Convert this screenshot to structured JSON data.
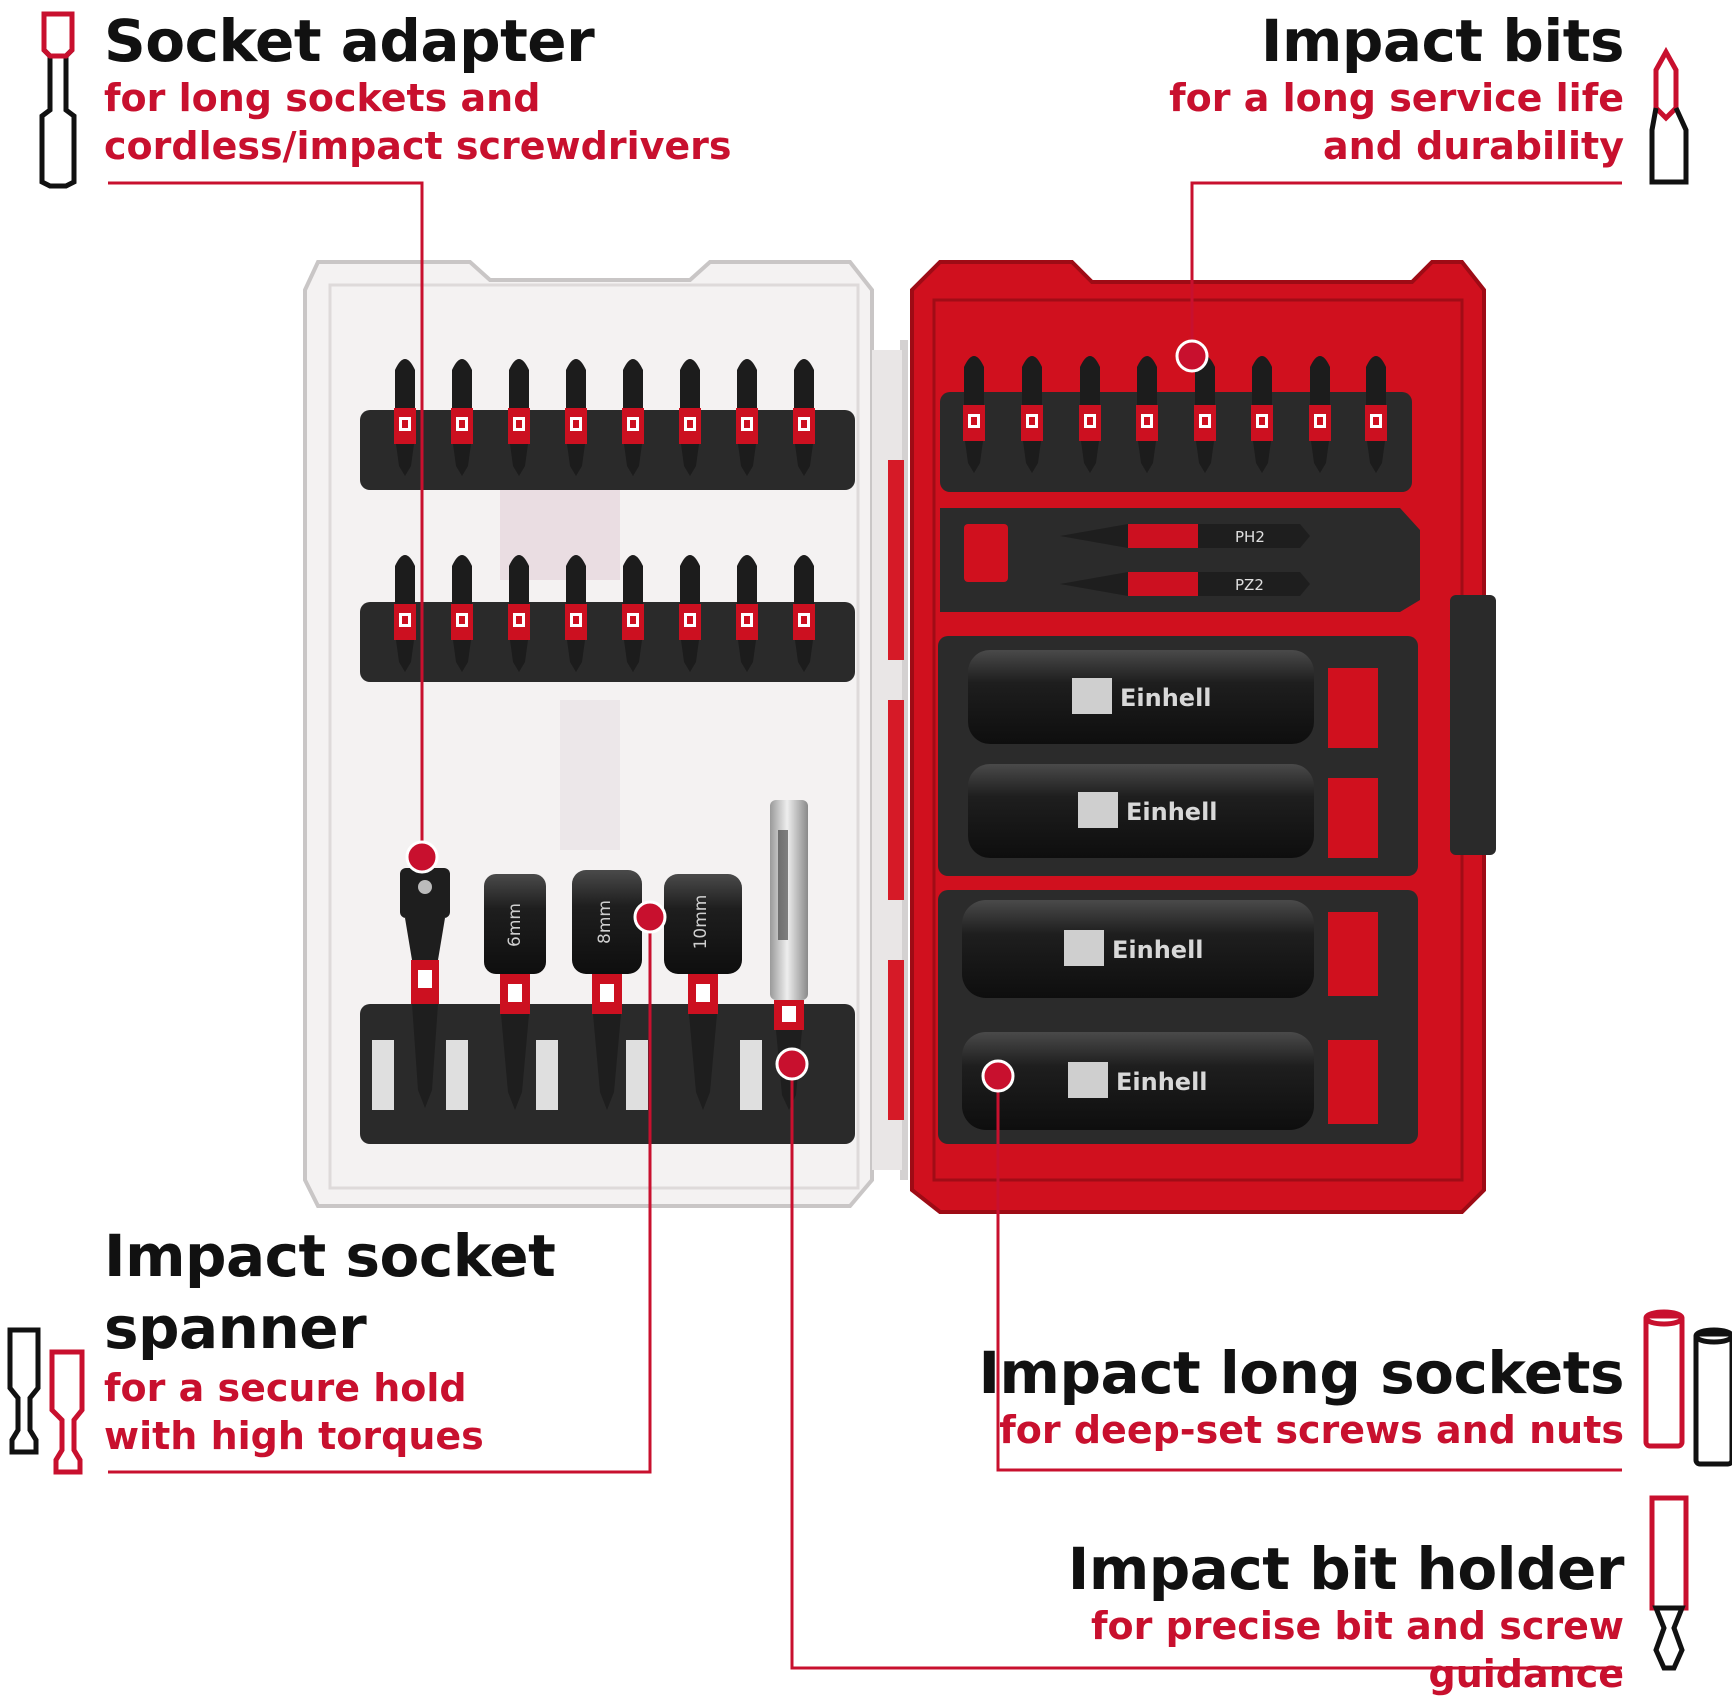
{
  "callouts": {
    "socket_adapter": {
      "title": "Socket adapter",
      "lines": [
        "for long sockets and",
        "cordless/impact screwdrivers"
      ]
    },
    "impact_bits": {
      "title": "Impact bits",
      "lines": [
        "for a long service life",
        "and durability"
      ]
    },
    "impact_socket_spanner": {
      "title_lines": [
        "Impact socket",
        "spanner"
      ],
      "lines": [
        "for a secure hold",
        "with high torques"
      ]
    },
    "impact_long_sockets": {
      "title": "Impact long sockets",
      "lines": [
        "for deep-set screws and nuts"
      ]
    },
    "impact_bit_holder": {
      "title": "Impact bit holder",
      "lines": [
        "for precise bit and screw guidance"
      ]
    }
  },
  "labels": {
    "brand": "Einhell",
    "socket_sizes": [
      "6mm",
      "8mm",
      "10mm"
    ],
    "double_bits": [
      "PH2",
      "PZ2"
    ]
  },
  "colors": {
    "accent": "#c8102e",
    "case_red": "#d0101e",
    "dark": "#2a2a2a"
  }
}
